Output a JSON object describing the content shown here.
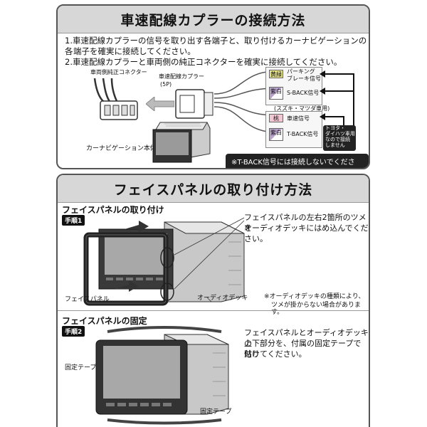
{
  "top": {
    "title": "車速配線カプラーの接続方法",
    "steps": [
      "1.車速配線カプラーの信号を取り出す各端子と、取り付けるカーナビゲーションの各",
      "端子を確実に接続してください。",
      "2.車速配線カプラーと車両側の純正コネクターを確実に接続してください。"
    ],
    "labels": {
      "vehicle_connector": "車両側純正コネクター",
      "coupler": "車速配線カプラー",
      "coupler_pins": "(5P)",
      "navi_unit": "カーナビゲーション本体",
      "suzuki_mazda": "(スズキ・マツダ車用)",
      "toyota_note_1": "トヨタ・",
      "toyota_note_2": "ダイハツ車用",
      "toyota_note_3": "なので接続",
      "toyota_note_4": "しません",
      "tback_warning": "※T-BACK信号には接続しないでください。"
    },
    "wires": [
      {
        "color": "黄緑",
        "label_1": "パーキング",
        "label_2": "ブレーキ信号"
      },
      {
        "color": "紫白",
        "label_1": "S-BACK信号",
        "label_2": ""
      },
      {
        "color": "桃",
        "label_1": "車速信号",
        "label_2": ""
      },
      {
        "color": "紫白",
        "label_1": "T-BACK信号",
        "label_2": ""
      }
    ]
  },
  "bottom": {
    "title": "フェイスパネルの取り付け方法",
    "section1": {
      "heading": "フェイスパネルの取り付け",
      "step_tag": "手順1",
      "desc_1": "フェイスパネルの左右2箇所のツメを",
      "desc_2": "オーディオデッキにはめ込んでください。",
      "label_panel": "フェイスパネル",
      "label_deck": "オーディオデッキ",
      "note_1": "※オーディオデッキの種類により、",
      "note_2": "ツメが掛からない場合があります。"
    },
    "section2": {
      "heading": "フェイスパネルの固定",
      "step_tag": "手順2",
      "desc_1": "フェイスパネルとオーディオデッキの",
      "desc_2": "上下部分を、付属の固定テープで貼り",
      "desc_3": "付けてください。",
      "label_tape_top": "固定テープ",
      "label_tape_bottom": "固定テープ"
    }
  }
}
